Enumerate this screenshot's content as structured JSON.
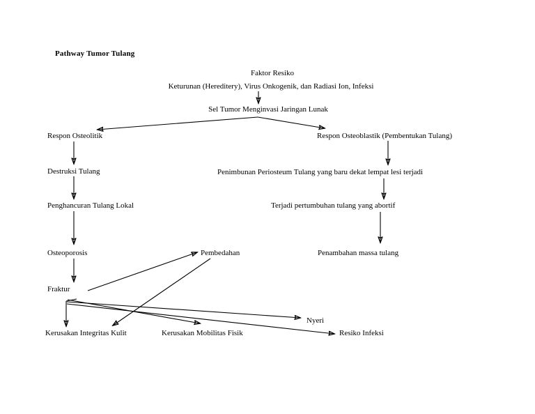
{
  "diagram": {
    "title": "Pathway Tumor Tulang",
    "type": "flowchart",
    "nodes": [
      {
        "id": "faktor_resiko",
        "label": "Faktor Resiko"
      },
      {
        "id": "faktor_detail",
        "label": "Keturunan (Hereditery), Virus Onkogenik, dan Radiasi Ion, Infeksi"
      },
      {
        "id": "sel_tumor",
        "label": "Sel Tumor Menginvasi Jaringan Lunak"
      },
      {
        "id": "respon_osteolitik",
        "label": "Respon Osteolitik"
      },
      {
        "id": "respon_osteoblastik",
        "label": "Respon Osteoblastik (Pembentukan Tulang)"
      },
      {
        "id": "destruksi_tulang",
        "label": "Destruksi Tulang"
      },
      {
        "id": "penimbunan_periosteum",
        "label": "Penimbunan Periosteum Tulang yang baru dekat lempat lesi terjadi"
      },
      {
        "id": "penghancuran_tulang",
        "label": "Penghancuran Tulang Lokal"
      },
      {
        "id": "pertumbuhan_abortif",
        "label": "Terjadi pertumbuhan tulang yang abortif"
      },
      {
        "id": "osteoporosis",
        "label": "Osteoporosis"
      },
      {
        "id": "pembedahan",
        "label": "Pembedahan"
      },
      {
        "id": "penambahan_massa",
        "label": "Penambahan massa tulang"
      },
      {
        "id": "fraktur",
        "label": "Fraktur"
      },
      {
        "id": "nyeri",
        "label": "Nyeri"
      },
      {
        "id": "kerusakan_integritas_kulit",
        "label": "Kerusakan Integritas Kulit"
      },
      {
        "id": "kerusakan_mobilitas_fisik",
        "label": "Kerusakan Mobilitas Fisik"
      },
      {
        "id": "resiko_infeksi",
        "label": "Resiko Infeksi"
      }
    ],
    "edges": [
      {
        "from": "faktor_detail",
        "to": "sel_tumor"
      },
      {
        "from": "sel_tumor",
        "to": "respon_osteolitik"
      },
      {
        "from": "sel_tumor",
        "to": "respon_osteoblastik"
      },
      {
        "from": "respon_osteolitik",
        "to": "destruksi_tulang"
      },
      {
        "from": "respon_osteoblastik",
        "to": "penimbunan_periosteum"
      },
      {
        "from": "destruksi_tulang",
        "to": "penghancuran_tulang"
      },
      {
        "from": "penimbunan_periosteum",
        "to": "pertumbuhan_abortif"
      },
      {
        "from": "penghancuran_tulang",
        "to": "osteoporosis"
      },
      {
        "from": "pertumbuhan_abortif",
        "to": "penambahan_massa"
      },
      {
        "from": "osteoporosis",
        "to": "fraktur"
      },
      {
        "from": "fraktur",
        "to": "pembedahan"
      },
      {
        "from": "fraktur",
        "to": "kerusakan_integritas_kulit"
      },
      {
        "from": "fraktur",
        "to": "nyeri"
      },
      {
        "from": "fraktur",
        "to": "resiko_infeksi"
      },
      {
        "from": "pembedahan",
        "to": "kerusakan_mobilitas_fisik"
      }
    ],
    "colors": {
      "background": "#ffffff",
      "text": "#000000",
      "stroke": "#000000"
    }
  }
}
